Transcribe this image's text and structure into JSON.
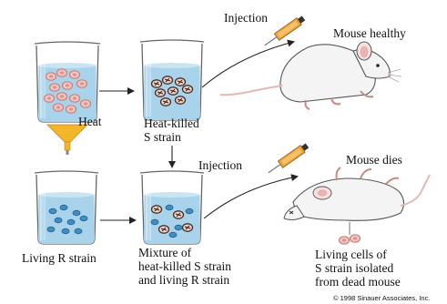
{
  "labels": {
    "heat": "Heat",
    "heat_killed_line1": "Heat-killed",
    "heat_killed_line2": "S strain",
    "injection_top": "Injection",
    "mouse_healthy": "Mouse healthy",
    "injection_bottom": "Injection",
    "mouse_dies": "Mouse dies",
    "living_r_strain": "Living R strain",
    "mixture_line1": "Mixture of",
    "mixture_line2": "heat-killed S strain",
    "mixture_line3": "and living R strain",
    "living_cells_line1": "Living cells of",
    "living_cells_line2": "S strain isolated",
    "living_cells_line3": "from dead mouse",
    "copyright": "© 1998 Sinauer Associates, Inc."
  },
  "colors": {
    "liquid": "#a9d3ea",
    "glass_outline": "#666666",
    "s_cell_fill": "#f2c6c2",
    "s_cell_ring": "#c9807a",
    "r_cell": "#3f8fc6",
    "funnel": "#f3b52a",
    "mouse_body": "#f4f4f4",
    "mouse_pink": "#e9b3b0",
    "syringe_needle": "#777777",
    "syringe_plunger": "#f0a53a"
  },
  "icons": [
    "beaker-icon",
    "funnel-icon",
    "mouse-icon",
    "syringe-icon",
    "arrow-icon"
  ]
}
